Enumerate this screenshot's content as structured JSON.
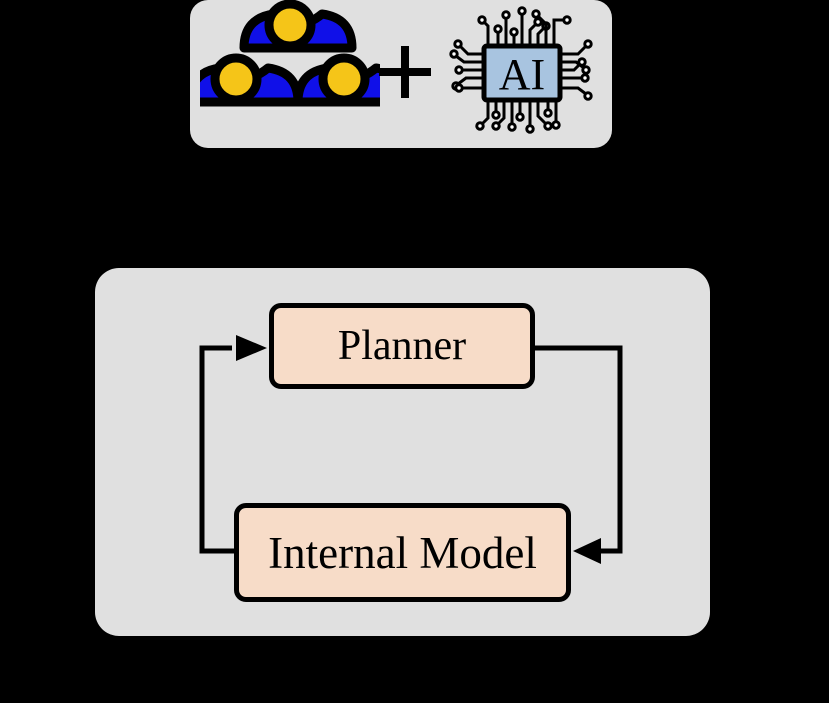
{
  "diagram": {
    "title": "",
    "background_color": "#000000",
    "panel_color": "#e0e0e0",
    "box_fill_color": "#f7dcc8",
    "box_stroke_color": "#000000",
    "person_head_color": "#f5c518",
    "person_body_color": "#1010e8",
    "chip_fill_color": "#a8c4e0",
    "chip_stroke_color": "#000000"
  },
  "top_panel": {
    "name": "humans-plus-ai-panel",
    "people_icon": {
      "icon": "people-group-icon",
      "count": 3,
      "label": ""
    },
    "operator": {
      "icon": "plus-icon",
      "symbol": "+"
    },
    "ai_chip": {
      "icon": "ai-chip-icon",
      "label": "AI"
    }
  },
  "bottom_panel": {
    "name": "planner-internal-model-loop",
    "nodes": [
      {
        "id": "planner",
        "label": "Planner",
        "icon": "process-box-icon"
      },
      {
        "id": "internal-model",
        "label": "Internal Model",
        "icon": "process-box-icon"
      }
    ],
    "edges": [
      {
        "id": "planner-to-internal-model",
        "from": "planner",
        "to": "internal-model",
        "label": "",
        "direction": "right-down-left",
        "arrow": "arrow-head-left"
      },
      {
        "id": "internal-model-to-planner",
        "from": "internal-model",
        "to": "planner",
        "label": "",
        "direction": "left-up-right",
        "arrow": "arrow-head-right"
      }
    ]
  }
}
